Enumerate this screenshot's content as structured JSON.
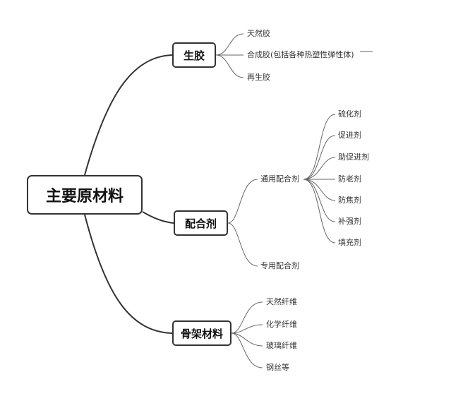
{
  "root": "主要原材料",
  "branches": {
    "raw_rubber": {
      "label": "生胶",
      "items": [
        "天然胶",
        "合成胶(包括各种热塑性弹性体)",
        "再生胶"
      ]
    },
    "compounding": {
      "label": "配合剂",
      "general": {
        "label": "通用配合剂",
        "items": [
          "硫化剂",
          "促进剂",
          "助促进剂",
          "防老剂",
          "防焦剂",
          "补强剂",
          "填充剂"
        ]
      },
      "special": {
        "label": "专用配合剂"
      }
    },
    "skeleton": {
      "label": "骨架材料",
      "items": [
        "天然纤维",
        "化学纤维",
        "玻璃纤维",
        "钢丝等"
      ]
    }
  }
}
